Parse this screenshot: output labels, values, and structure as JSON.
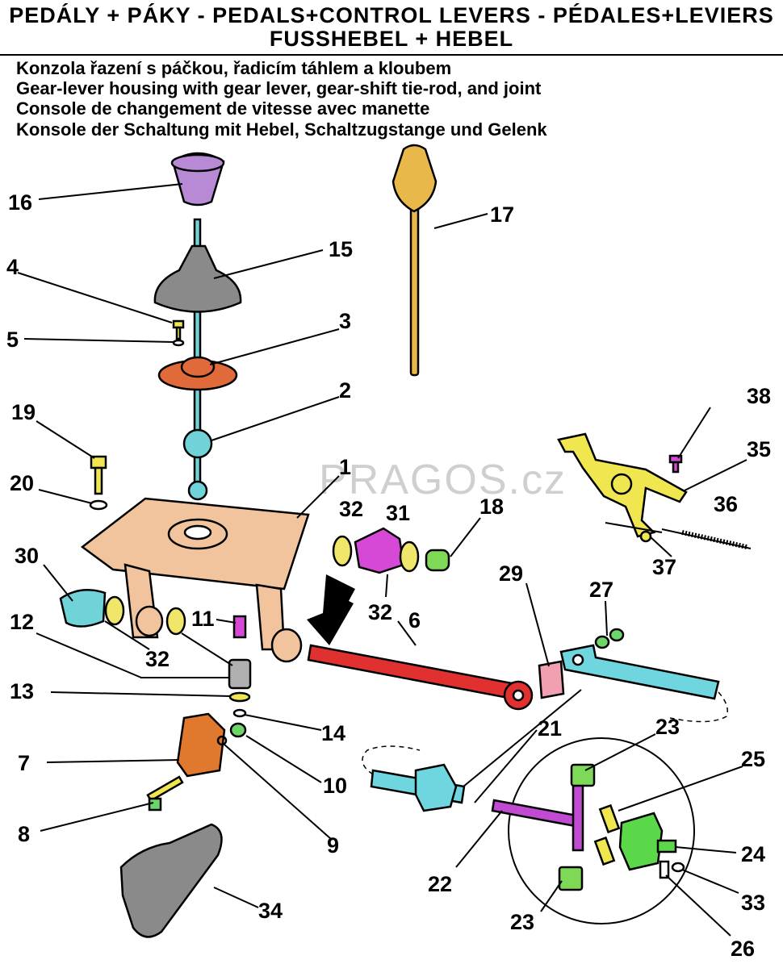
{
  "header": {
    "title_line1": "PEDÁLY + PÁKY - PEDALS+CONTROL LEVERS - PÉDALES+LEVIERS",
    "title_line2": "FUSSHEBEL + HEBEL",
    "subtitles": [
      "Konzola řazení s páčkou, řadicím táhlem a kloubem",
      "Gear-lever housing with gear lever, gear-shift tie-rod, and joint",
      "Console de changement de vitesse avec manette",
      "Konsole der Schaltung mit Hebel, Schaltzugstange und Gelenk"
    ]
  },
  "watermark": "PRAGOS.cz",
  "colors": {
    "knob_16": "#b88ad6",
    "knob_17": "#e8b84a",
    "boot_15": "#8a8a8a",
    "flange_3": "#e06a3a",
    "lever_2": "#6fd3d8",
    "console_1": "#f2c49e",
    "arm_31": "#d648d6",
    "washer_32": "#f0e66a",
    "block_18": "#7ed957",
    "rod_6": "#e03030",
    "plate_29": "#f0a0b0",
    "rod_21": "#6fd6e0",
    "nut_27": "#6cd66a",
    "housing_35": "#f0e650",
    "block_7": "#e0782e",
    "pin_22": "#c04ad0",
    "block_24": "#5ad84a",
    "clip_23": "#7ed957",
    "plate_34": "#8a8a8a"
  },
  "labels": {
    "n1": "1",
    "n2": "2",
    "n3": "3",
    "n4": "4",
    "n5": "5",
    "n6": "6",
    "n7": "7",
    "n8": "8",
    "n9": "9",
    "n10": "10",
    "n11": "11",
    "n12": "12",
    "n13": "13",
    "n14": "14",
    "n15": "15",
    "n16": "16",
    "n17": "17",
    "n18": "18",
    "n19": "19",
    "n20": "20",
    "n21": "21",
    "n22": "22",
    "n23a": "23",
    "n23b": "23",
    "n24": "24",
    "n25": "25",
    "n26": "26",
    "n27": "27",
    "n29": "29",
    "n30": "30",
    "n31": "31",
    "n32a": "32",
    "n32b": "32",
    "n32c": "32",
    "n33": "33",
    "n34": "34",
    "n35": "35",
    "n36": "36",
    "n37": "37",
    "n38": "38"
  }
}
